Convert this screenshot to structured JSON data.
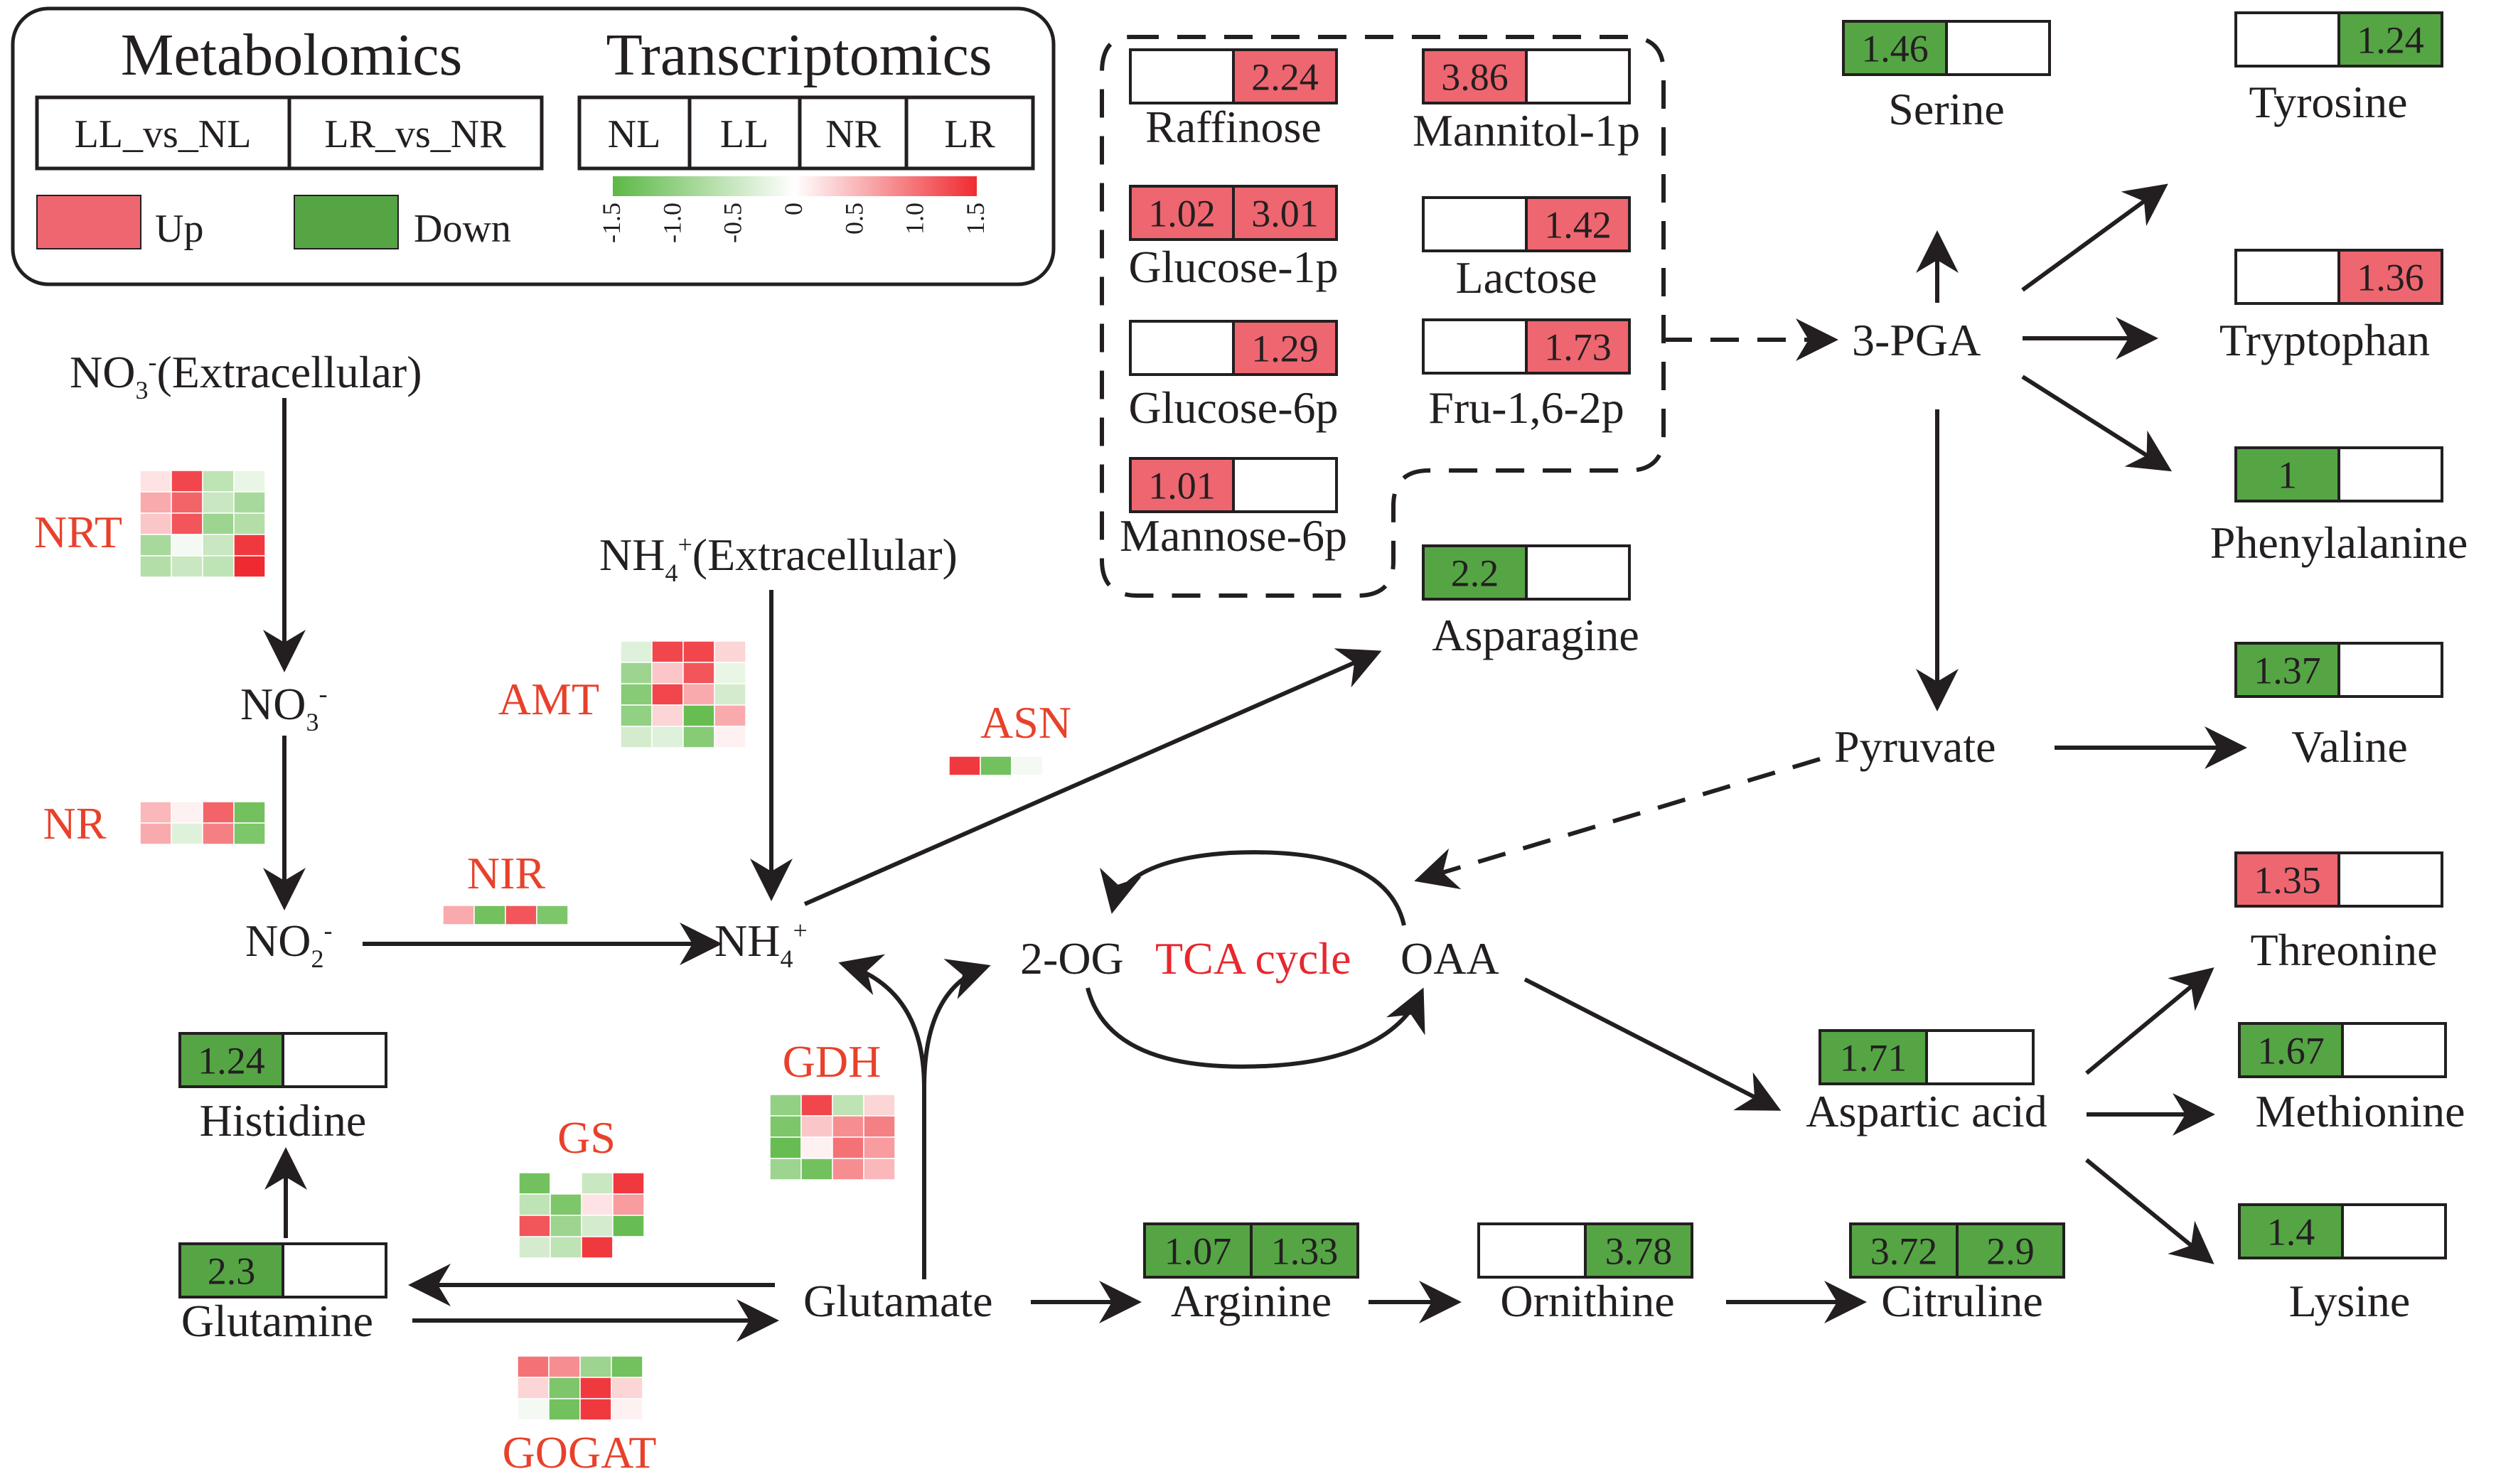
{
  "colors": {
    "up": "#ee6670",
    "down": "#55a545",
    "enzyme_text": "#e8412b",
    "tca_text": "#e8272e",
    "line": "#231f20",
    "scale_low": "#5cb845",
    "scale_mid": "#ffffff",
    "scale_high": "#ef2b31"
  },
  "legend": {
    "metabolomics_title": "Metabolomics",
    "transcriptomics_title": "Transcriptomics",
    "comparisons": [
      "LL_vs_NL",
      "LR_vs_NR"
    ],
    "samples": [
      "NL",
      "LL",
      "NR",
      "LR"
    ],
    "up_label": "Up",
    "down_label": "Down",
    "scale_ticks": [
      "-1.5",
      "-1.0",
      "-0.5",
      "0",
      "0.5",
      "1.0",
      "1.5"
    ],
    "scale_range": [
      -1.5,
      1.5
    ]
  },
  "labels": {
    "no3_ext_main": "NO",
    "no3_ext_sub": "3",
    "no3_ext_sup": "-",
    "no3_ext_rest": "(Extracellular)",
    "nh4_ext_main": "NH",
    "nh4_ext_sub": "4",
    "nh4_ext_sup": "+",
    "nh4_ext_rest": "(Extracellular)",
    "no3_main": "NO",
    "no3_sub": "3",
    "no3_sup": "-",
    "no2_main": "NO",
    "no2_sub": "2",
    "no2_sup": "-",
    "nh4_main": "NH",
    "nh4_sub": "4",
    "nh4_sup": "+",
    "og": "2-OG",
    "tca": "TCA cycle",
    "oaa": "OAA",
    "pga": "3-PGA",
    "pyruvate": "Pyruvate",
    "glutamate": "Glutamate"
  },
  "enzymes": [
    {
      "name": "NRT",
      "rows": [
        [
          0.2,
          1.3,
          -0.6,
          -0.2
        ],
        [
          0.6,
          1.1,
          -0.5,
          -0.8
        ],
        [
          0.4,
          1.2,
          -0.9,
          -0.7
        ],
        [
          -0.8,
          -0.1,
          -0.5,
          1.4
        ],
        [
          -0.7,
          -0.5,
          -0.6,
          1.5
        ]
      ]
    },
    {
      "name": "AMT",
      "rows": [
        [
          -0.3,
          1.3,
          1.3,
          0.3
        ],
        [
          -0.9,
          0.4,
          1.2,
          -0.2
        ],
        [
          -1.1,
          1.3,
          0.6,
          -0.4
        ],
        [
          -1.0,
          0.3,
          -1.4,
          0.6
        ],
        [
          -0.4,
          -0.3,
          -1.1,
          0.1
        ]
      ]
    },
    {
      "name": "NR",
      "rows": [
        [
          0.5,
          0.1,
          1.1,
          -1.3
        ],
        [
          0.6,
          -0.3,
          0.9,
          -1.2
        ]
      ]
    },
    {
      "name": "NIR",
      "rows": [
        [
          0.6,
          -1.3,
          1.2,
          -1.2
        ]
      ]
    },
    {
      "name": "ASN",
      "rows": [
        [
          1.4,
          -1.3,
          -0.1,
          0.0
        ]
      ]
    },
    {
      "name": "GDH",
      "rows": [
        [
          -1.0,
          1.3,
          -0.6,
          0.3
        ],
        [
          -1.2,
          0.4,
          0.8,
          0.9
        ],
        [
          -1.4,
          0.1,
          1.0,
          0.7
        ],
        [
          -0.9,
          -1.3,
          0.8,
          0.5
        ]
      ]
    },
    {
      "name": "GS",
      "rows": [
        [
          -1.3,
          0.0,
          -0.5,
          1.4
        ],
        [
          -0.6,
          -1.2,
          0.2,
          0.7
        ],
        [
          1.2,
          -0.9,
          -0.4,
          -1.4
        ],
        [
          -0.4,
          -0.6,
          1.4,
          0.0
        ]
      ]
    },
    {
      "name": "GOGAT",
      "rows": [
        [
          1.0,
          0.8,
          -0.9,
          -1.3
        ],
        [
          0.3,
          -1.2,
          1.4,
          0.3
        ],
        [
          -0.1,
          -1.3,
          1.4,
          0.1
        ]
      ]
    }
  ],
  "metabolites": [
    {
      "name": "Raffinose",
      "ll": "",
      "lr": "2.24",
      "ll_dir": "none",
      "lr_dir": "up"
    },
    {
      "name": "Mannitol-1p",
      "ll": "3.86",
      "lr": "",
      "ll_dir": "up",
      "lr_dir": "none"
    },
    {
      "name": "Glucose-1p",
      "ll": "1.02",
      "lr": "3.01",
      "ll_dir": "up",
      "lr_dir": "up"
    },
    {
      "name": "Lactose",
      "ll": "",
      "lr": "1.42",
      "ll_dir": "none",
      "lr_dir": "up"
    },
    {
      "name": "Glucose-6p",
      "ll": "",
      "lr": "1.29",
      "ll_dir": "none",
      "lr_dir": "up"
    },
    {
      "name": "Fru-1,6-2p",
      "ll": "",
      "lr": "1.73",
      "ll_dir": "none",
      "lr_dir": "up"
    },
    {
      "name": "Mannose-6p",
      "ll": "1.01",
      "lr": "",
      "ll_dir": "up",
      "lr_dir": "none"
    },
    {
      "name": "Asparagine",
      "ll": "2.2",
      "lr": "",
      "ll_dir": "down",
      "lr_dir": "none"
    },
    {
      "name": "Serine",
      "ll": "1.46",
      "lr": "",
      "ll_dir": "down",
      "lr_dir": "none"
    },
    {
      "name": "Tyrosine",
      "ll": "",
      "lr": "1.24",
      "ll_dir": "none",
      "lr_dir": "down"
    },
    {
      "name": "Tryptophan",
      "ll": "",
      "lr": "1.36",
      "ll_dir": "none",
      "lr_dir": "up"
    },
    {
      "name": "Phenylalanine",
      "ll": "1",
      "lr": "",
      "ll_dir": "down",
      "lr_dir": "none"
    },
    {
      "name": "Valine",
      "ll": "1.37",
      "lr": "",
      "ll_dir": "down",
      "lr_dir": "none"
    },
    {
      "name": "Threonine",
      "ll": "1.35",
      "lr": "",
      "ll_dir": "up",
      "lr_dir": "none"
    },
    {
      "name": "Methionine",
      "ll": "1.67",
      "lr": "",
      "ll_dir": "down",
      "lr_dir": "none"
    },
    {
      "name": "Lysine",
      "ll": "1.4",
      "lr": "",
      "ll_dir": "down",
      "lr_dir": "none"
    },
    {
      "name": "Aspartic acid",
      "ll": "1.71",
      "lr": "",
      "ll_dir": "down",
      "lr_dir": "none"
    },
    {
      "name": "Histidine",
      "ll": "1.24",
      "lr": "",
      "ll_dir": "down",
      "lr_dir": "none"
    },
    {
      "name": "Glutamine",
      "ll": "2.3",
      "lr": "",
      "ll_dir": "down",
      "lr_dir": "none"
    },
    {
      "name": "Arginine",
      "ll": "1.07",
      "lr": "1.33",
      "ll_dir": "down",
      "lr_dir": "down"
    },
    {
      "name": "Ornithine",
      "ll": "",
      "lr": "3.78",
      "ll_dir": "none",
      "lr_dir": "down"
    },
    {
      "name": "Citruline",
      "ll": "3.72",
      "lr": "2.9",
      "ll_dir": "down",
      "lr_dir": "down"
    }
  ]
}
